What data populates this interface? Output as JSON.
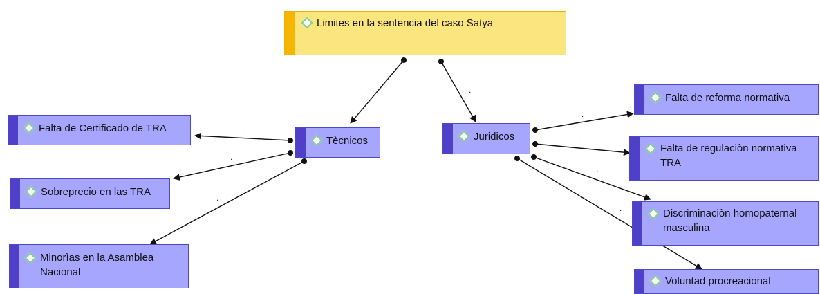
{
  "colors": {
    "root_fill": "#fae57e",
    "root_bar": "#f7b500",
    "node_fill": "#a6a6ff",
    "node_bar": "#4f3fc9",
    "marker": "#7fd08a",
    "edge": "#111111"
  },
  "icons": {
    "node_marker": "diamond-icon"
  },
  "nodes": {
    "root": "Limites en la sentencia del caso Satya",
    "tecnicos": "Tècnicos",
    "juridicos": "Juridicos",
    "falta_certificado": "Falta de Certificado de TRA",
    "sobreprecio": "Sobreprecio en las TRA",
    "minorias": "Minorìas en la Asamblea Nacional",
    "falta_reforma": "Falta de reforma normativa",
    "falta_regulacion": "Falta de regulaciòn normativa TRA",
    "discriminacion": "Discriminaciòn homopaternal masculina",
    "voluntad": "Voluntad procreacional"
  },
  "edge_labels": {
    "root_tecnicos": ".",
    "root_juridicos": ".",
    "tecnicos_certificado": ".",
    "tecnicos_sobreprecio": ".",
    "tecnicos_minorias": ".",
    "juridicos_reforma": ".",
    "juridicos_regulacion": ".",
    "juridicos_discriminacion": ".",
    "juridicos_voluntad": "."
  }
}
